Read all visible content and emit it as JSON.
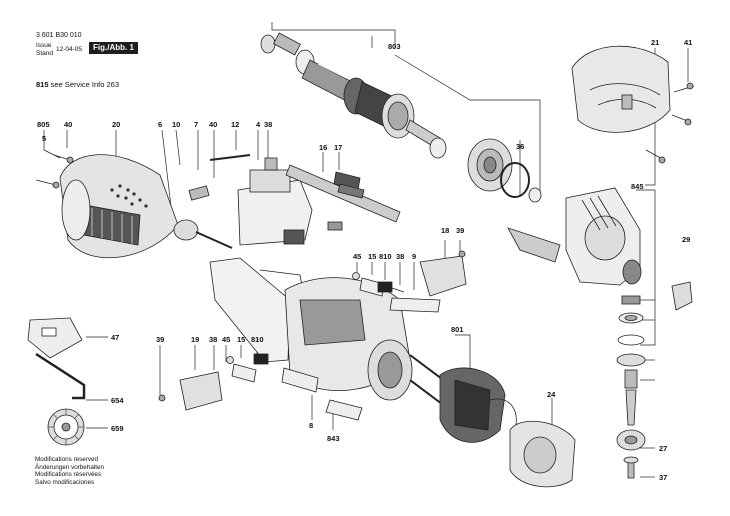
{
  "header": {
    "part_number": "3 601 B30 010",
    "issue_label": "Issue",
    "stand_label": "Stand",
    "date": "12-04-05",
    "figure": "Fig./Abb. 1"
  },
  "service_note": {
    "number": "815",
    "text": "see Service Info 263"
  },
  "callouts": [
    "805",
    "40",
    "20",
    "5",
    "6",
    "10",
    "7",
    "40",
    "12",
    "4",
    "38",
    "16",
    "17",
    "803",
    "21",
    "41",
    "36",
    "845",
    "18",
    "39",
    "45",
    "15",
    "810",
    "38",
    "9",
    "29",
    "801",
    "47",
    "654",
    "659",
    "39",
    "19",
    "38",
    "45",
    "15",
    "810",
    "24",
    "8",
    "843",
    "27",
    "37"
  ],
  "modifications": [
    "Modifications reserved",
    "Änderungen vorbehalten",
    "Modifications réservées",
    "Salvo modificaciones"
  ]
}
